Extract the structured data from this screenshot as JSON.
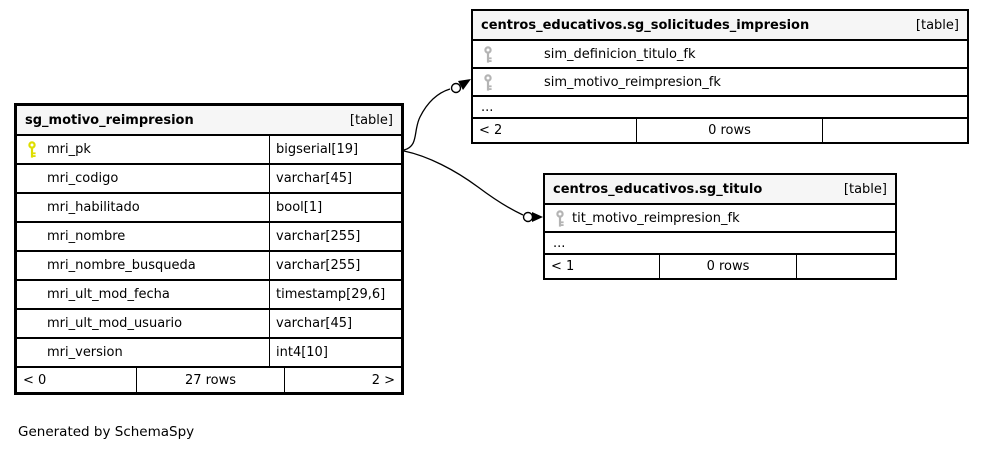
{
  "diagram": {
    "generator_note": "Generated by SchemaSpy",
    "main_table": {
      "title": "sg_motivo_reimpresion",
      "tag": "[table]",
      "columns": [
        {
          "name": "mri_pk",
          "type": "bigserial[19]",
          "key": "primary-key"
        },
        {
          "name": "mri_codigo",
          "type": "varchar[45]",
          "key": ""
        },
        {
          "name": "mri_habilitado",
          "type": "bool[1]",
          "key": ""
        },
        {
          "name": "mri_nombre",
          "type": "varchar[255]",
          "key": ""
        },
        {
          "name": "mri_nombre_busqueda",
          "type": "varchar[255]",
          "key": ""
        },
        {
          "name": "mri_ult_mod_fecha",
          "type": "timestamp[29,6]",
          "key": ""
        },
        {
          "name": "mri_ult_mod_usuario",
          "type": "varchar[45]",
          "key": ""
        },
        {
          "name": "mri_version",
          "type": "int4[10]",
          "key": ""
        }
      ],
      "footer": {
        "left": "< 0",
        "center": "27 rows",
        "right": "2 >"
      }
    },
    "solicitudes_table": {
      "title": "centros_educativos.sg_solicitudes_impresion",
      "tag": "[table]",
      "columns": [
        {
          "name": "sim_definicion_titulo_fk",
          "key": "foreign-key"
        },
        {
          "name": "sim_motivo_reimpresion_fk",
          "key": "foreign-key"
        }
      ],
      "ellipsis": "...",
      "footer": {
        "left": "< 2",
        "center": "0 rows",
        "right": ""
      }
    },
    "titulo_table": {
      "title": "centros_educativos.sg_titulo",
      "tag": "[table]",
      "columns": [
        {
          "name": "tit_motivo_reimpresion_fk",
          "key": "foreign-key"
        }
      ],
      "ellipsis": "...",
      "footer": {
        "left": "< 1",
        "center": "0 rows",
        "right": ""
      }
    },
    "relationships": [
      {
        "from": "sg_motivo_reimpresion.mri_pk",
        "to": "centros_educativos.sg_solicitudes_impresion.sim_motivo_reimpresion_fk"
      },
      {
        "from": "sg_motivo_reimpresion.mri_pk",
        "to": "centros_educativos.sg_titulo.tit_motivo_reimpresion_fk"
      }
    ],
    "colors": {
      "primary_key": "#dede00",
      "foreign_key": "#b4b4b4",
      "header_bg": "#f6f6f6",
      "border": "#000000"
    }
  }
}
